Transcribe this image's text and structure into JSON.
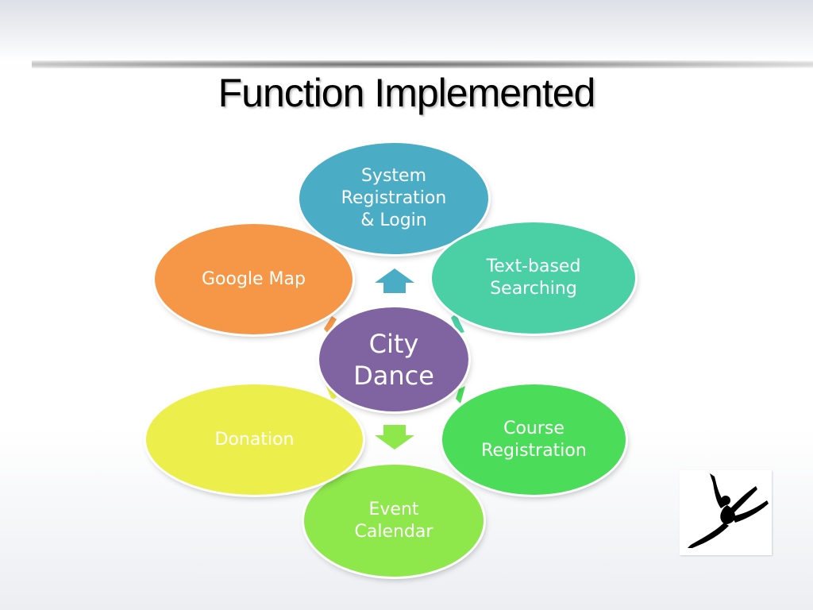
{
  "title": "Function Implemented",
  "center": {
    "label": "City\nDance",
    "color": "#8064a2"
  },
  "nodes": [
    {
      "id": "system-registration-login",
      "label": "System\nRegistration\n& Login",
      "color": "#4bacc6"
    },
    {
      "id": "text-based-searching",
      "label": "Text-based\nSearching",
      "color": "#4bd0a5"
    },
    {
      "id": "course-registration",
      "label": "Course\nRegistration",
      "color": "#4bdc5a"
    },
    {
      "id": "event-calendar",
      "label": "Event\nCalendar",
      "color": "#8ee74b"
    },
    {
      "id": "donation",
      "label": "Donation",
      "color": "#ecef4b"
    },
    {
      "id": "google-map",
      "label": "Google Map",
      "color": "#f59747"
    }
  ],
  "logo": "dancer-silhouette"
}
